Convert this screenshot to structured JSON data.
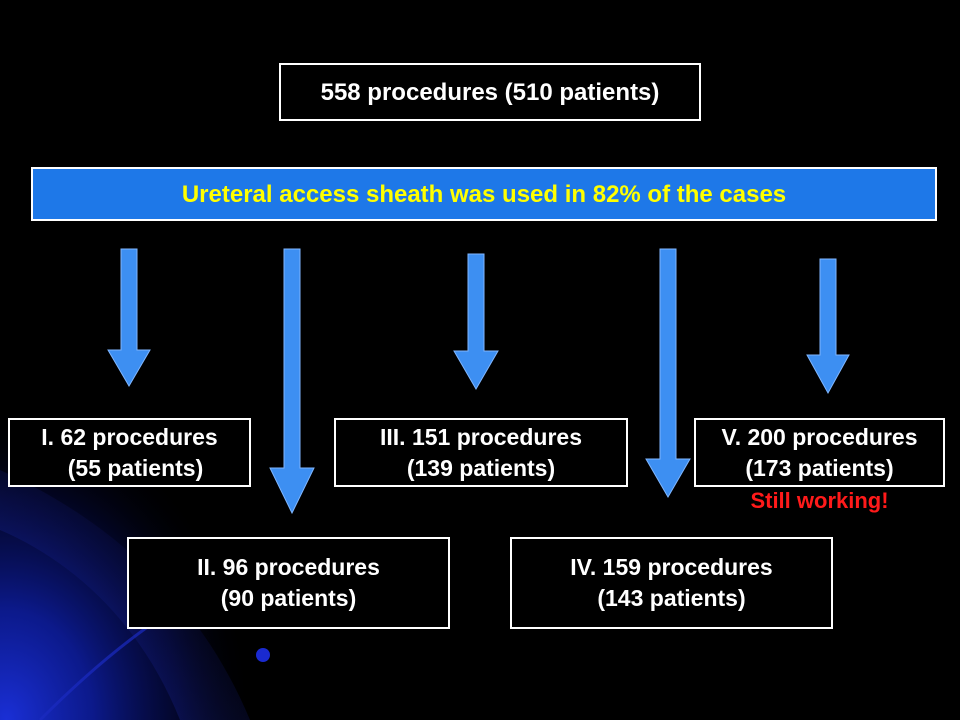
{
  "colors": {
    "background": "#000000",
    "box_border": "#ffffff",
    "box_text": "#ffffff",
    "sheath_fill": "#1e78e8",
    "sheath_text": "#ffff00",
    "arrow_fill": "#3d8ff2",
    "note_text": "#ff1a1a"
  },
  "top_box": {
    "text": "558 procedures (510 patients)"
  },
  "sheath_box": {
    "text": "Ureteral access sheath was used in 82% of the cases"
  },
  "stages": [
    {
      "line1": "I. 62 procedures",
      "line2": "(55 patients)"
    },
    {
      "line1": "II. 96 procedures",
      "line2": "(90 patients)"
    },
    {
      "line1": "III. 151 procedures",
      "line2": "(139 patients)"
    },
    {
      "line1": "IV. 159 procedures",
      "line2": "(143 patients)"
    },
    {
      "line1": "V. 200 procedures",
      "line2": "(173 patients)"
    }
  ],
  "note": {
    "text": "Still working!"
  }
}
